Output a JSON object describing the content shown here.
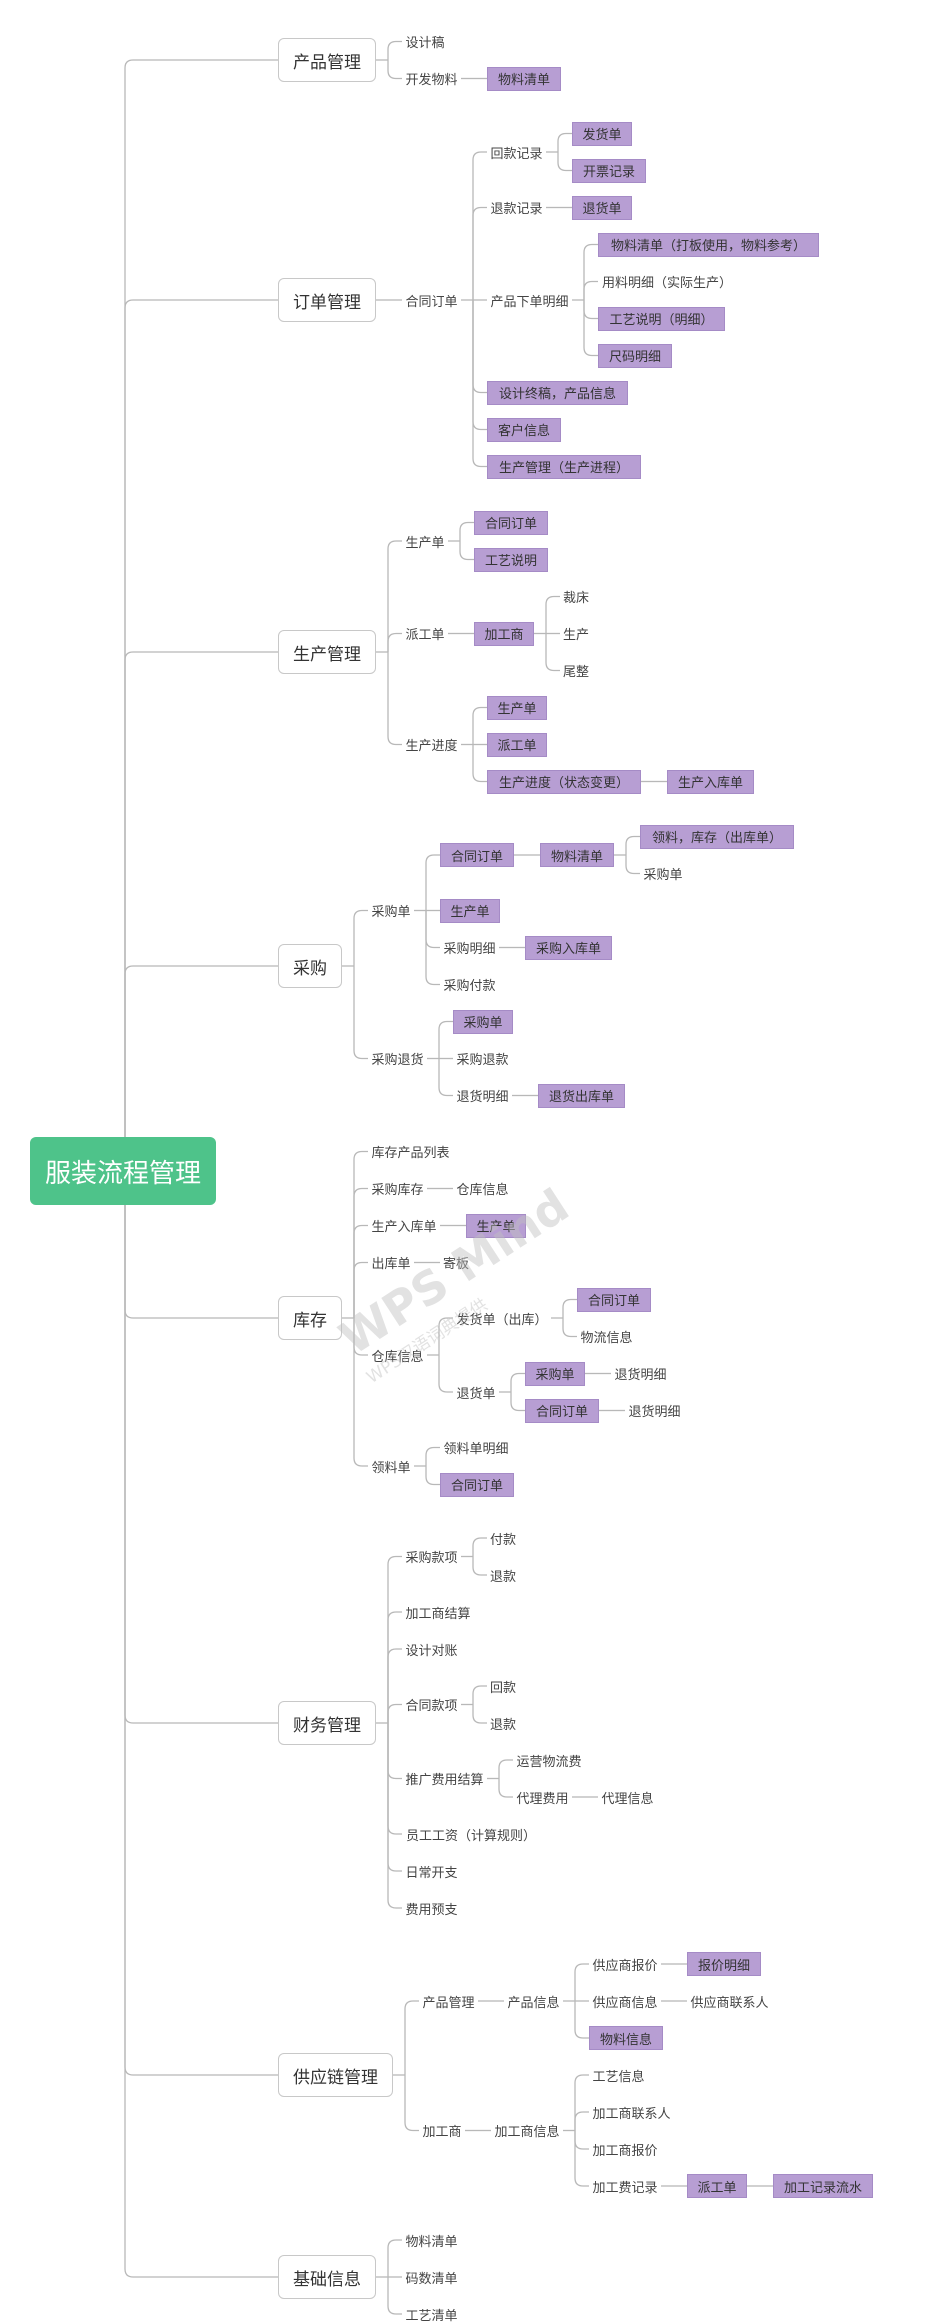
{
  "root": "服装流程管理",
  "branches": [
    {
      "label": "产品管理",
      "children": [
        {
          "label": "设计稿"
        },
        {
          "label": "开发物料",
          "children": [
            {
              "label": "物料清单",
              "hl": true
            }
          ]
        }
      ]
    },
    {
      "label": "订单管理",
      "children": [
        {
          "label": "合同订单",
          "children": [
            {
              "label": "回款记录",
              "children": [
                {
                  "label": "发货单",
                  "hl": true
                },
                {
                  "label": "开票记录",
                  "hl": true
                }
              ]
            },
            {
              "label": "退款记录",
              "children": [
                {
                  "label": "退货单",
                  "hl": true
                }
              ]
            },
            {
              "label": "产品下单明细",
              "children": [
                {
                  "label": "物料清单（打板使用，物料参考）",
                  "hl": true
                },
                {
                  "label": "用料明细（实际生产）"
                },
                {
                  "label": "工艺说明（明细）",
                  "hl": true
                },
                {
                  "label": "尺码明细",
                  "hl": true
                }
              ]
            },
            {
              "label": "设计终稿，产品信息",
              "hl": true
            },
            {
              "label": "客户信息",
              "hl": true
            },
            {
              "label": "生产管理（生产进程）",
              "hl": true
            }
          ]
        }
      ]
    },
    {
      "label": "生产管理",
      "children": [
        {
          "label": "生产单",
          "children": [
            {
              "label": "合同订单",
              "hl": true
            },
            {
              "label": "工艺说明",
              "hl": true
            }
          ]
        },
        {
          "label": "派工单",
          "children": [
            {
              "label": "加工商",
              "hl": true,
              "children": [
                {
                  "label": "裁床"
                },
                {
                  "label": "生产"
                },
                {
                  "label": "尾整"
                }
              ]
            }
          ]
        },
        {
          "label": "生产进度",
          "children": [
            {
              "label": "生产单",
              "hl": true
            },
            {
              "label": "派工单",
              "hl": true
            },
            {
              "label": "生产进度（状态变更）",
              "hl": true,
              "children": [
                {
                  "label": "生产入库单",
                  "hl": true
                }
              ]
            }
          ]
        }
      ]
    },
    {
      "label": "采购",
      "children": [
        {
          "label": "采购单",
          "children": [
            {
              "label": "合同订单",
              "hl": true,
              "children": [
                {
                  "label": "物料清单",
                  "hl": true,
                  "children": [
                    {
                      "label": "领料，库存（出库单）",
                      "hl": true
                    },
                    {
                      "label": "采购单"
                    }
                  ]
                }
              ]
            },
            {
              "label": "生产单",
              "hl": true
            },
            {
              "label": "采购明细",
              "children": [
                {
                  "label": "采购入库单",
                  "hl": true
                }
              ]
            },
            {
              "label": "采购付款"
            }
          ]
        },
        {
          "label": "采购退货",
          "children": [
            {
              "label": "采购单",
              "hl": true
            },
            {
              "label": "采购退款"
            },
            {
              "label": "退货明细",
              "children": [
                {
                  "label": "退货出库单",
                  "hl": true
                }
              ]
            }
          ]
        }
      ]
    },
    {
      "label": "库存",
      "children": [
        {
          "label": "库存产品列表"
        },
        {
          "label": "采购库存",
          "children": [
            {
              "label": "仓库信息"
            }
          ]
        },
        {
          "label": "生产入库单",
          "children": [
            {
              "label": "生产单",
              "hl": true
            }
          ]
        },
        {
          "label": "出库单",
          "children": [
            {
              "label": "寄板"
            }
          ]
        },
        {
          "label": "仓库信息",
          "children": [
            {
              "label": "发货单（出库）",
              "children": [
                {
                  "label": "合同订单",
                  "hl": true
                },
                {
                  "label": "物流信息"
                }
              ]
            },
            {
              "label": "退货单",
              "children": [
                {
                  "label": "采购单",
                  "hl": true,
                  "children": [
                    {
                      "label": "退货明细"
                    }
                  ]
                },
                {
                  "label": "合同订单",
                  "hl": true,
                  "children": [
                    {
                      "label": "退货明细"
                    }
                  ]
                }
              ]
            }
          ]
        },
        {
          "label": "领料单",
          "children": [
            {
              "label": "领料单明细"
            },
            {
              "label": "合同订单",
              "hl": true
            }
          ]
        }
      ]
    },
    {
      "label": "财务管理",
      "children": [
        {
          "label": "采购款项",
          "children": [
            {
              "label": "付款"
            },
            {
              "label": "退款"
            }
          ]
        },
        {
          "label": "加工商结算"
        },
        {
          "label": "设计对账"
        },
        {
          "label": "合同款项",
          "children": [
            {
              "label": "回款"
            },
            {
              "label": "退款"
            }
          ]
        },
        {
          "label": "推广费用结算",
          "children": [
            {
              "label": "运营物流费"
            },
            {
              "label": "代理费用",
              "children": [
                {
                  "label": "代理信息"
                }
              ]
            }
          ]
        },
        {
          "label": "员工工资（计算规则）"
        },
        {
          "label": "日常开支"
        },
        {
          "label": "费用预支"
        }
      ]
    },
    {
      "label": "供应链管理",
      "children": [
        {
          "label": "产品管理",
          "children": [
            {
              "label": "产品信息",
              "children": [
                {
                  "label": "供应商报价",
                  "children": [
                    {
                      "label": "报价明细",
                      "hl": true
                    }
                  ]
                },
                {
                  "label": "供应商信息",
                  "children": [
                    {
                      "label": "供应商联系人"
                    }
                  ]
                },
                {
                  "label": "物料信息",
                  "hl": true
                }
              ]
            }
          ]
        },
        {
          "label": "加工商",
          "children": [
            {
              "label": "加工商信息",
              "children": [
                {
                  "label": "工艺信息"
                },
                {
                  "label": "加工商联系人"
                },
                {
                  "label": "加工商报价"
                },
                {
                  "label": "加工费记录",
                  "children": [
                    {
                      "label": "派工单",
                      "hl": true,
                      "children": [
                        {
                          "label": "加工记录流水",
                          "hl": true
                        }
                      ]
                    }
                  ]
                }
              ]
            }
          ]
        }
      ]
    },
    {
      "label": "基础信息",
      "children": [
        {
          "label": "物料清单"
        },
        {
          "label": "码数清单"
        },
        {
          "label": "工艺清单"
        }
      ]
    }
  ],
  "watermark": {
    "line1": "WPS Mind",
    "line2": "WPS汉语词典提供"
  },
  "colors": {
    "root": "#4ec38a",
    "highlight": "#b79ed3",
    "line": "#b8b8b8"
  }
}
